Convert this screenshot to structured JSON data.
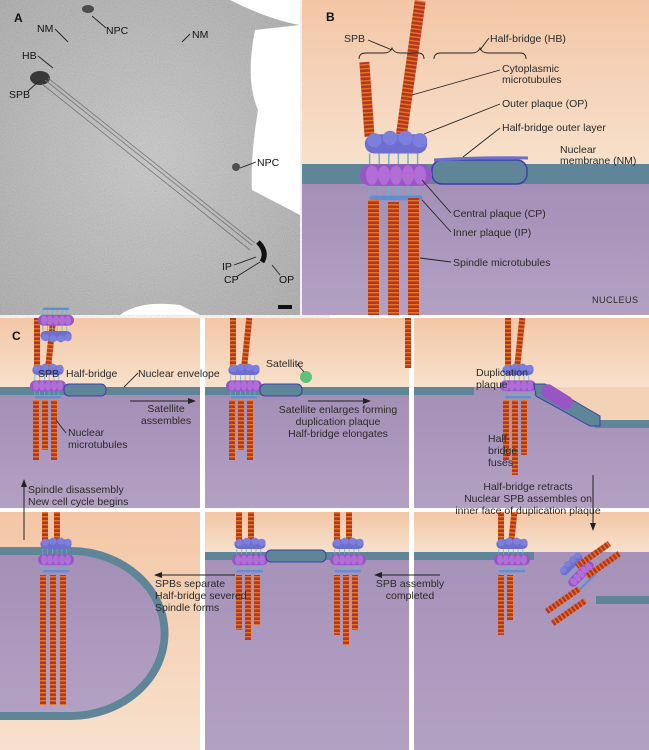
{
  "panel_a": {
    "letter": "A",
    "labels": {
      "nm1": "NM",
      "npc1": "NPC",
      "nm2": "NM",
      "hb": "HB",
      "spb": "SPB",
      "npc2": "NPC",
      "ip": "IP",
      "cp": "CP",
      "op": "OP"
    }
  },
  "panel_b": {
    "letter": "B",
    "labels": {
      "spb": "SPB",
      "half_bridge": "Half-bridge (HB)",
      "cyto1": "Cytoplasmic",
      "cyto2": "microtubules",
      "outer_plaque": "Outer plaque (OP)",
      "hb_outer": "Half-bridge outer layer",
      "nm1": "Nuclear",
      "nm2": "membrane (NM)",
      "central_plaque": "Central plaque (CP)",
      "inner_plaque": "Inner plaque (IP)",
      "spindle_mt": "Spindle microtubules",
      "nucleus": "NUCLEUS"
    }
  },
  "panel_c": {
    "letter": "C",
    "labels": {
      "spb": "SPB",
      "half_bridge": "Half-bridge",
      "nuclear_envelope": "Nuclear envelope",
      "nuc_mt1": "Nuclear",
      "nuc_mt2": "microtubules",
      "satellite": "Satellite",
      "duplication1": "Duplication",
      "duplication2": "plaque",
      "hb_fuses1": "Half-",
      "hb_fuses2": "bridge",
      "hb_fuses3": "fuses"
    },
    "steps": {
      "s1": [
        "Satellite",
        "assembles"
      ],
      "s2": [
        "Satellite enlarges forming",
        "duplication plaque",
        "Half-bridge elongates"
      ],
      "s3": [
        "Half-bridge retracts",
        "Nuclear SPB assembles on",
        "inner face of duplication plaque"
      ],
      "s4": [
        "SPB assembly",
        "completed"
      ],
      "s5": [
        "SPBs separate",
        "Half-bridge severed",
        "Spindle forms"
      ],
      "s6": [
        "Spindle disassembly",
        "New cell cycle begins"
      ]
    }
  },
  "colors": {
    "cytoplasm": "#f2c9a8",
    "nucleus": "#a893b8",
    "membrane": "#5f8599",
    "microtubule": "#b8361e",
    "outer_plaque": "#6d6fcf",
    "central_plaque": "#9a55c4",
    "satellite": "#5fc27a"
  }
}
